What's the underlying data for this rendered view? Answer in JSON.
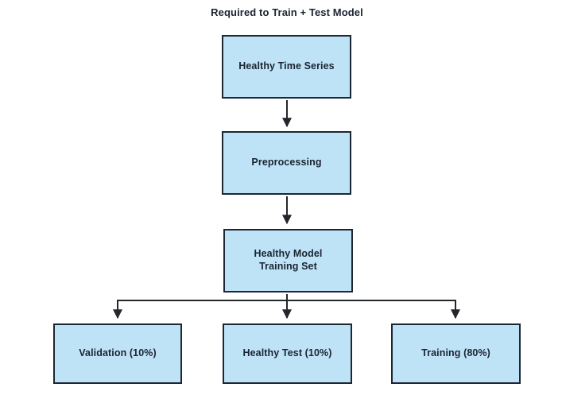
{
  "diagram": {
    "title": "Required to Train + Test Model",
    "nodes": [
      {
        "id": "healthy-time-series",
        "label": "Healthy Time Series"
      },
      {
        "id": "preprocessing",
        "label": "Preprocessing"
      },
      {
        "id": "healthy-model-training-set",
        "label": "Healthy Model\nTraining Set"
      },
      {
        "id": "validation-10",
        "label": "Validation (10%)"
      },
      {
        "id": "healthy-test-10",
        "label": "Healthy Test (10%)"
      },
      {
        "id": "training-80",
        "label": "Training (80%)"
      }
    ],
    "edges": [
      {
        "from": "healthy-time-series",
        "to": "preprocessing"
      },
      {
        "from": "preprocessing",
        "to": "healthy-model-training-set"
      },
      {
        "from": "healthy-model-training-set",
        "to": "validation-10"
      },
      {
        "from": "healthy-model-training-set",
        "to": "healthy-test-10"
      },
      {
        "from": "healthy-model-training-set",
        "to": "training-80"
      }
    ],
    "colors": {
      "node_fill": "#BEE3F7",
      "node_border": "#1C2733",
      "text": "#1B2430",
      "connector": "#23262B",
      "background": "#FFFFFF"
    }
  }
}
